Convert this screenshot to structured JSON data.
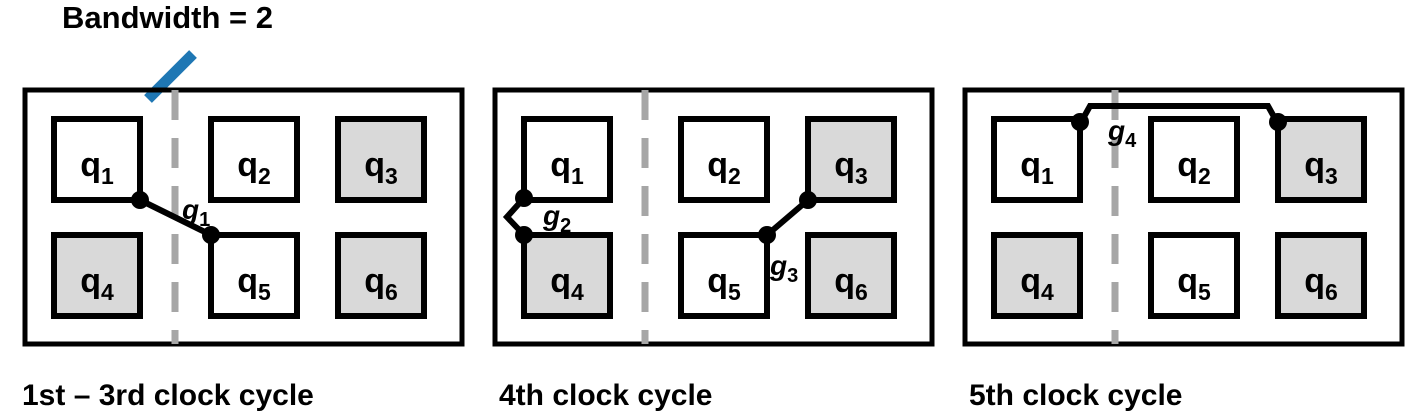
{
  "figure": {
    "title": "Bandwidth = 2",
    "bandwidth_value": 2,
    "colors": {
      "stroke": "#000000",
      "shaded_qubit_fill": "#d9d9d9",
      "idle_qubit_fill": "#ffffff",
      "divider": "#a6a6a6",
      "bandwidth_marker": "#1f77b4",
      "background": "#ffffff"
    },
    "legend_note": "blue slash marks the bandwidth-limited cut across the dashed partition"
  },
  "panels": [
    {
      "id": "panel-1",
      "caption": "1st – 3rd clock cycle",
      "has_bandwidth_marker": true,
      "divider": {
        "orientation": "vertical",
        "style": "dashed"
      },
      "qubits": [
        {
          "label": "q",
          "sub": "1",
          "name": "q1",
          "shaded": false,
          "row": 0,
          "col": 0
        },
        {
          "label": "q",
          "sub": "2",
          "name": "q2",
          "shaded": false,
          "row": 0,
          "col": 1
        },
        {
          "label": "q",
          "sub": "3",
          "name": "q3",
          "shaded": true,
          "row": 0,
          "col": 2
        },
        {
          "label": "q",
          "sub": "4",
          "name": "q4",
          "shaded": true,
          "row": 1,
          "col": 0
        },
        {
          "label": "q",
          "sub": "5",
          "name": "q5",
          "shaded": false,
          "row": 1,
          "col": 1
        },
        {
          "label": "q",
          "sub": "6",
          "name": "q6",
          "shaded": true,
          "row": 1,
          "col": 2
        }
      ],
      "gates": [
        {
          "label": "g",
          "sub": "1",
          "name": "g1",
          "from": "q1",
          "to": "q5",
          "shape": "diagonal"
        }
      ]
    },
    {
      "id": "panel-2",
      "caption": "4th clock cycle",
      "has_bandwidth_marker": false,
      "divider": {
        "orientation": "vertical",
        "style": "dashed"
      },
      "qubits": [
        {
          "label": "q",
          "sub": "1",
          "name": "q1",
          "shaded": false,
          "row": 0,
          "col": 0
        },
        {
          "label": "q",
          "sub": "2",
          "name": "q2",
          "shaded": false,
          "row": 0,
          "col": 1
        },
        {
          "label": "q",
          "sub": "3",
          "name": "q3",
          "shaded": true,
          "row": 0,
          "col": 2
        },
        {
          "label": "q",
          "sub": "4",
          "name": "q4",
          "shaded": true,
          "row": 1,
          "col": 0
        },
        {
          "label": "q",
          "sub": "5",
          "name": "q5",
          "shaded": false,
          "row": 1,
          "col": 1
        },
        {
          "label": "q",
          "sub": "6",
          "name": "q6",
          "shaded": true,
          "row": 1,
          "col": 2
        }
      ],
      "gates": [
        {
          "label": "g",
          "sub": "2",
          "name": "g2",
          "from": "q1",
          "to": "q4",
          "shape": "left-bulge"
        },
        {
          "label": "g",
          "sub": "3",
          "name": "g3",
          "from": "q3",
          "to": "q5",
          "shape": "diagonal"
        }
      ]
    },
    {
      "id": "panel-3",
      "caption": "5th clock cycle",
      "has_bandwidth_marker": false,
      "divider": {
        "orientation": "vertical",
        "style": "dashed"
      },
      "qubits": [
        {
          "label": "q",
          "sub": "1",
          "name": "q1",
          "shaded": false,
          "row": 0,
          "col": 0
        },
        {
          "label": "q",
          "sub": "2",
          "name": "q2",
          "shaded": false,
          "row": 0,
          "col": 1
        },
        {
          "label": "q",
          "sub": "3",
          "name": "q3",
          "shaded": true,
          "row": 0,
          "col": 2
        },
        {
          "label": "q",
          "sub": "4",
          "name": "q4",
          "shaded": true,
          "row": 1,
          "col": 0
        },
        {
          "label": "q",
          "sub": "5",
          "name": "q5",
          "shaded": false,
          "row": 1,
          "col": 1
        },
        {
          "label": "q",
          "sub": "6",
          "name": "q6",
          "shaded": true,
          "row": 1,
          "col": 2
        }
      ],
      "gates": [
        {
          "label": "g",
          "sub": "4",
          "name": "g4",
          "from": "q1",
          "to": "q3",
          "shape": "over-top"
        }
      ]
    }
  ]
}
